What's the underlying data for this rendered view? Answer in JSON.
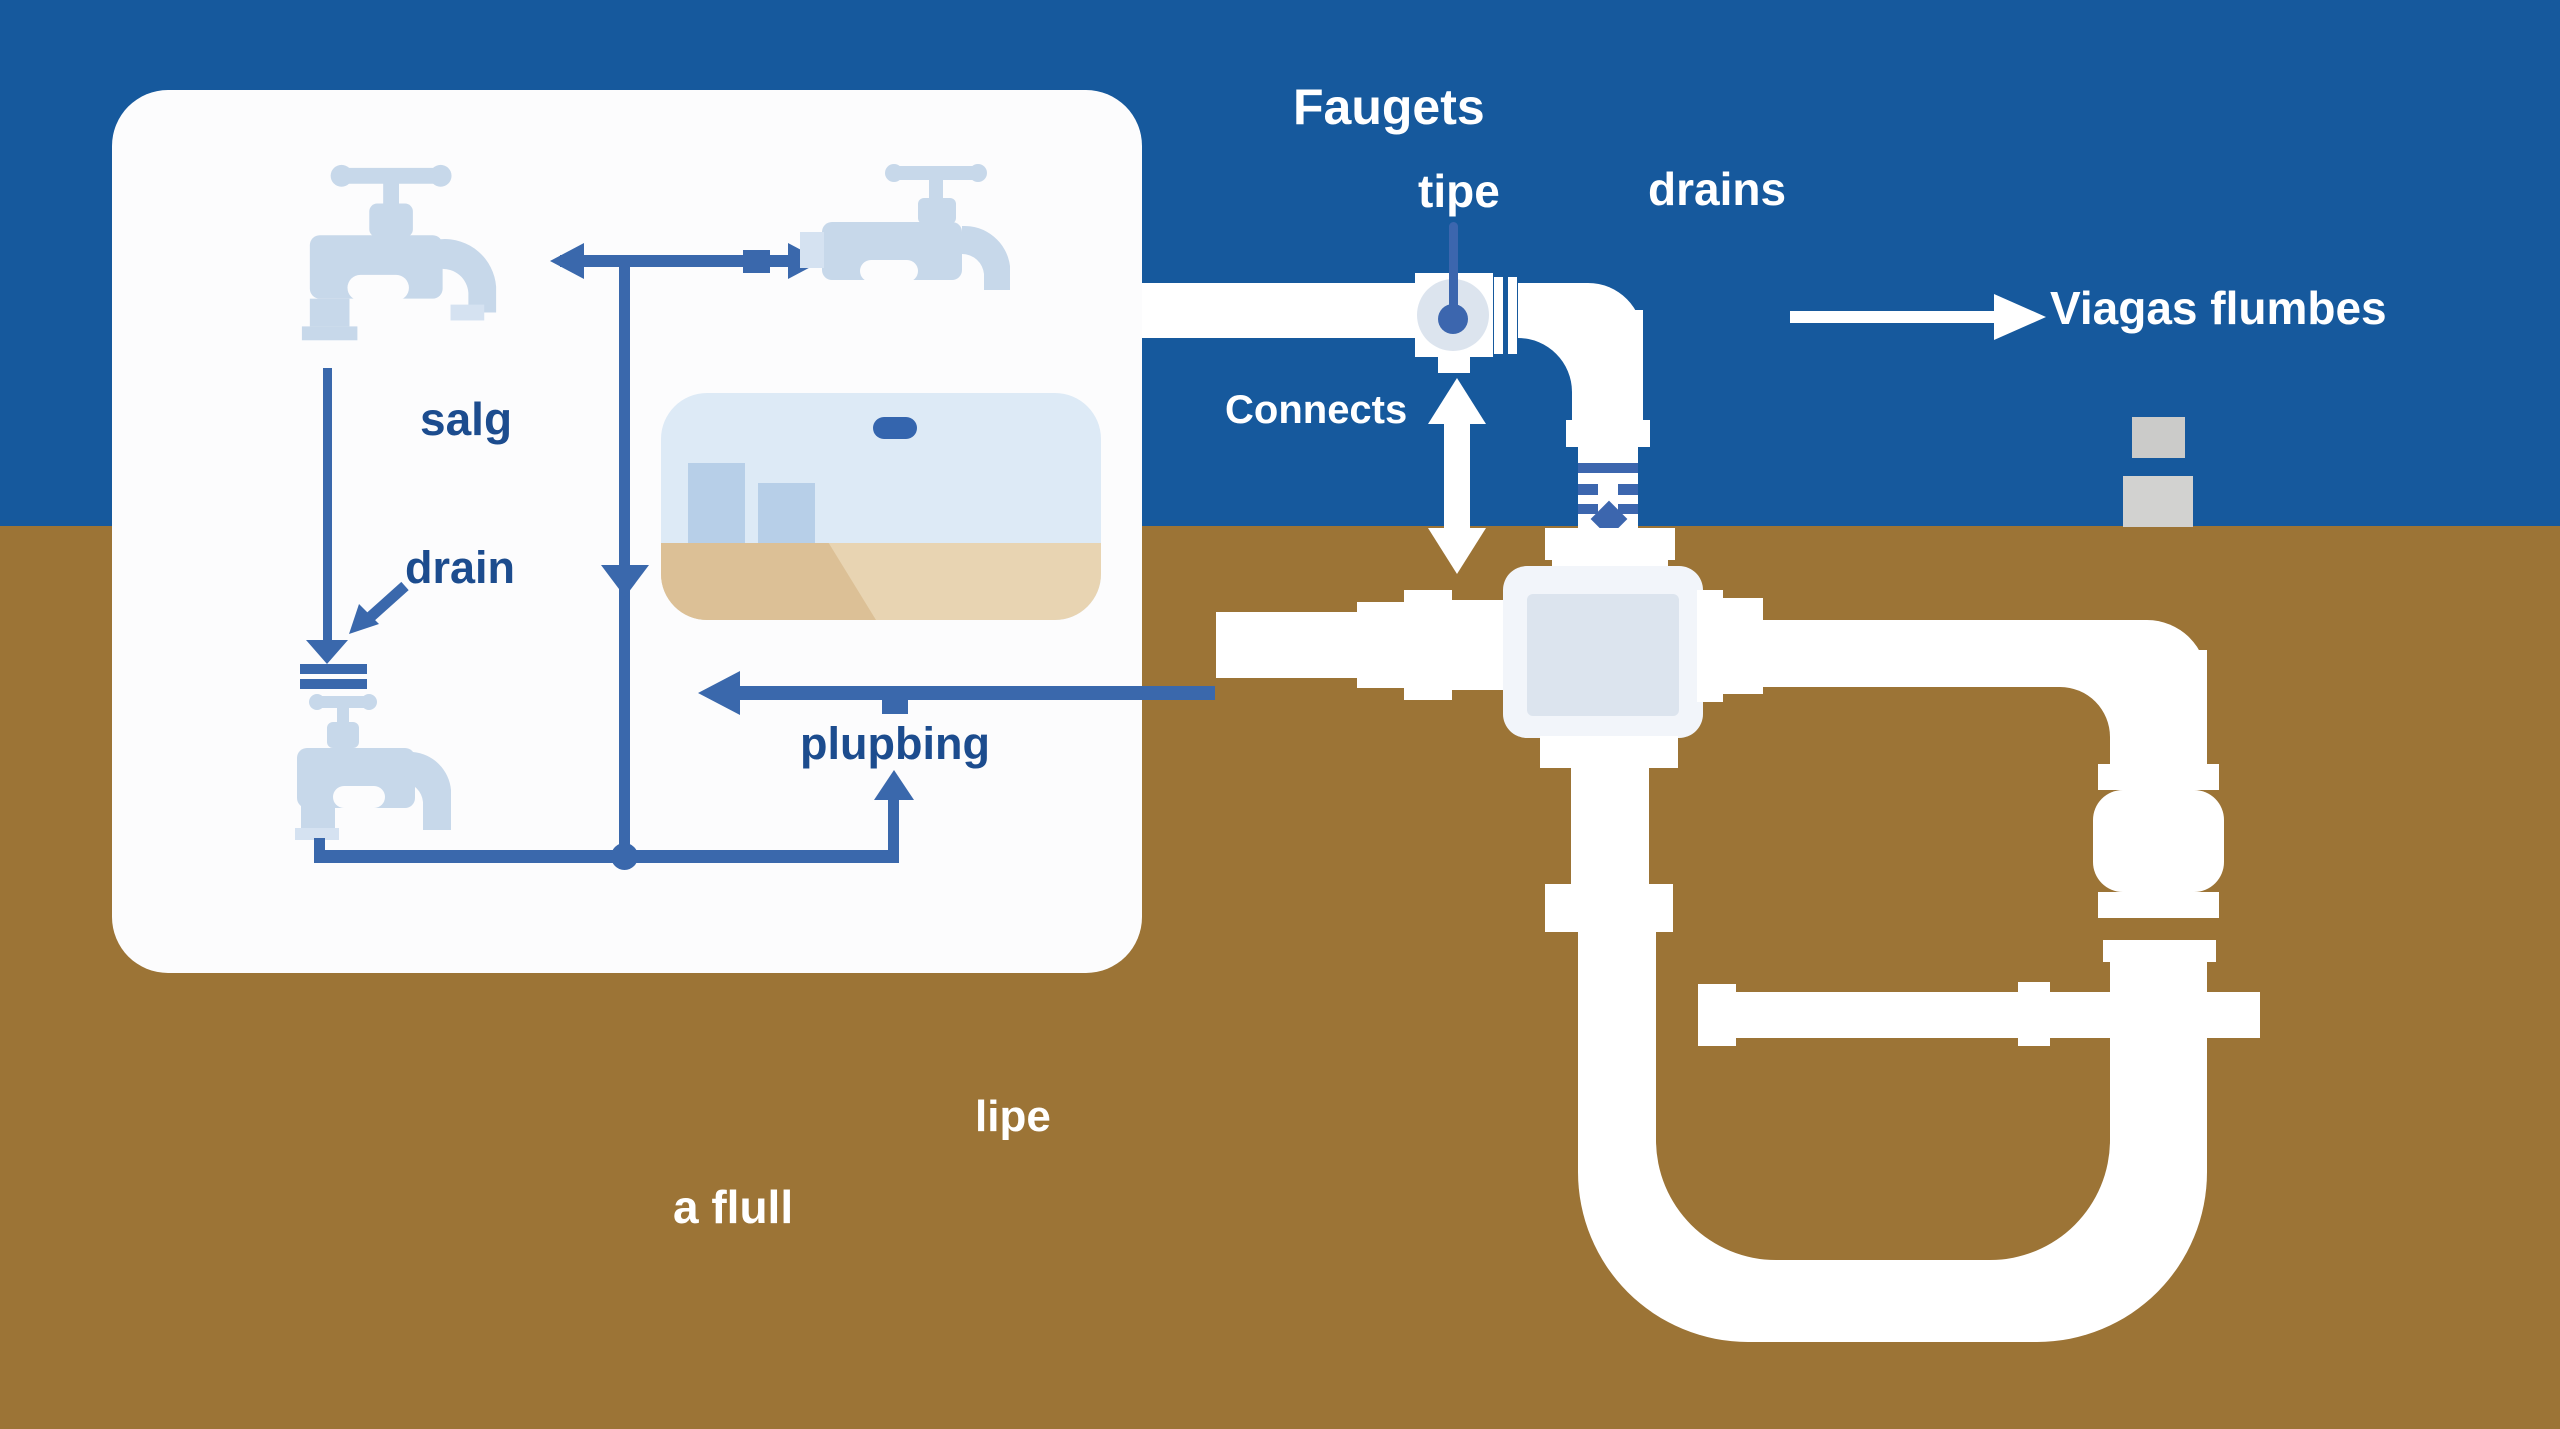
{
  "title": "Plumbing diagram illustration (blue sky / brown ground cutaway)",
  "labels": {
    "top": {
      "faucets": "Faugets",
      "pipe": "tipe",
      "drains": "drains"
    },
    "legend": {
      "flow": "Viagas flumbes"
    },
    "valve": {
      "connects": "Connects"
    },
    "panel": {
      "supply": "salg",
      "drain": "drain",
      "plumbing": "plupbing"
    },
    "ground": {
      "pipe": "lipe",
      "note": "a flull"
    }
  },
  "icons": {
    "faucet_top_left": "faucet-icon",
    "faucet_top_right": "faucet-icon",
    "faucet_bottom_left": "faucet-icon",
    "shutoff_valve": "ball-valve-icon",
    "threaded_fitting": "threaded-pipe-fitting-icon",
    "cross_junction": "cross-pipe-junction-icon",
    "u_trap": "u-trap-pipe-icon",
    "sink": "sink-illustration",
    "drain_bars": "drain-bars-icon"
  },
  "colors": {
    "sky": "#16599d",
    "ground": "#9c7436",
    "panel": "#fcfcfd",
    "icon_blue": "#c7d8ea",
    "icon_blue_light": "#d5e2f1",
    "line_blue": "#3a68ac",
    "dark_blue": "#3c66ae",
    "text_blue": "#1c4c8e",
    "pipe_white": "#ffffff",
    "fitting_white": "#f2f5fa",
    "fitting_shade": "#dce4ee",
    "sink_blue": "#ddeaf6",
    "sink_pill": "#3465ae",
    "sink_bar": "#b7cfe8",
    "sand_light": "#e8d4b2",
    "sand_dark": "#dcc096",
    "block_gray_small": "#cbcbc9",
    "block_gray_large": "#d2d2d0"
  }
}
